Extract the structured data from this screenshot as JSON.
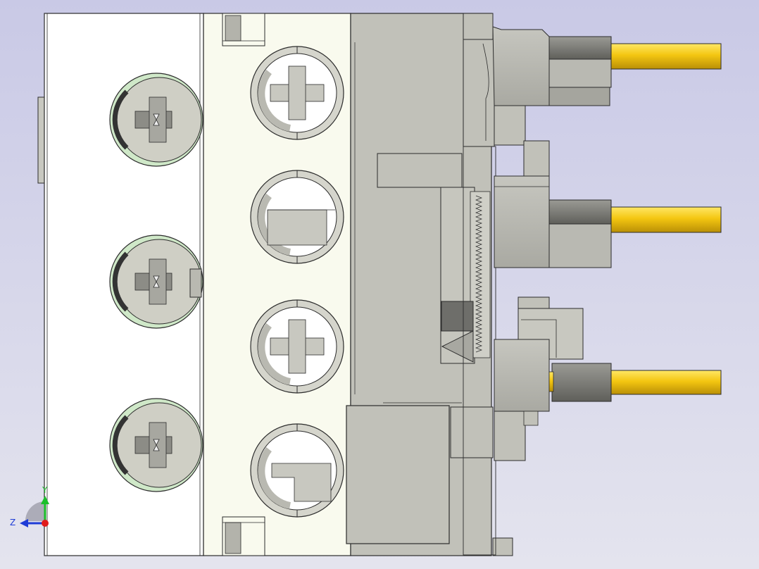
{
  "viewport": {
    "background_top": "#c9c9e6",
    "background_bottom": "#e4e4ee"
  },
  "colors": {
    "white_body": "#ffffff",
    "cream_body": "#f9faee",
    "gray_body": "#c1c1b9",
    "gray_dark": "#8a8a84",
    "screw_head": "#cfcfc5",
    "screw_recess": "#8c8c86",
    "screw_green": "#cfe8c8",
    "wire_yellow": "#f1c40f",
    "wire_gold_dark": "#b8900a",
    "outline": "#2c2c2c",
    "block_dark": "#6e6e6a"
  },
  "triad": {
    "z_label": "Z",
    "y_label": "Y",
    "x_axis_color": "#1f3cd6",
    "y_axis_color": "#1bbf2a",
    "origin_color": "#e01b1b",
    "icons": [
      "z-axis-arrow-icon",
      "y-axis-arrow-icon",
      "x-axis-origin-dot-icon"
    ]
  },
  "parts": {
    "left_screws": 3,
    "middle_screws": 4,
    "wire_terminals": 3
  }
}
